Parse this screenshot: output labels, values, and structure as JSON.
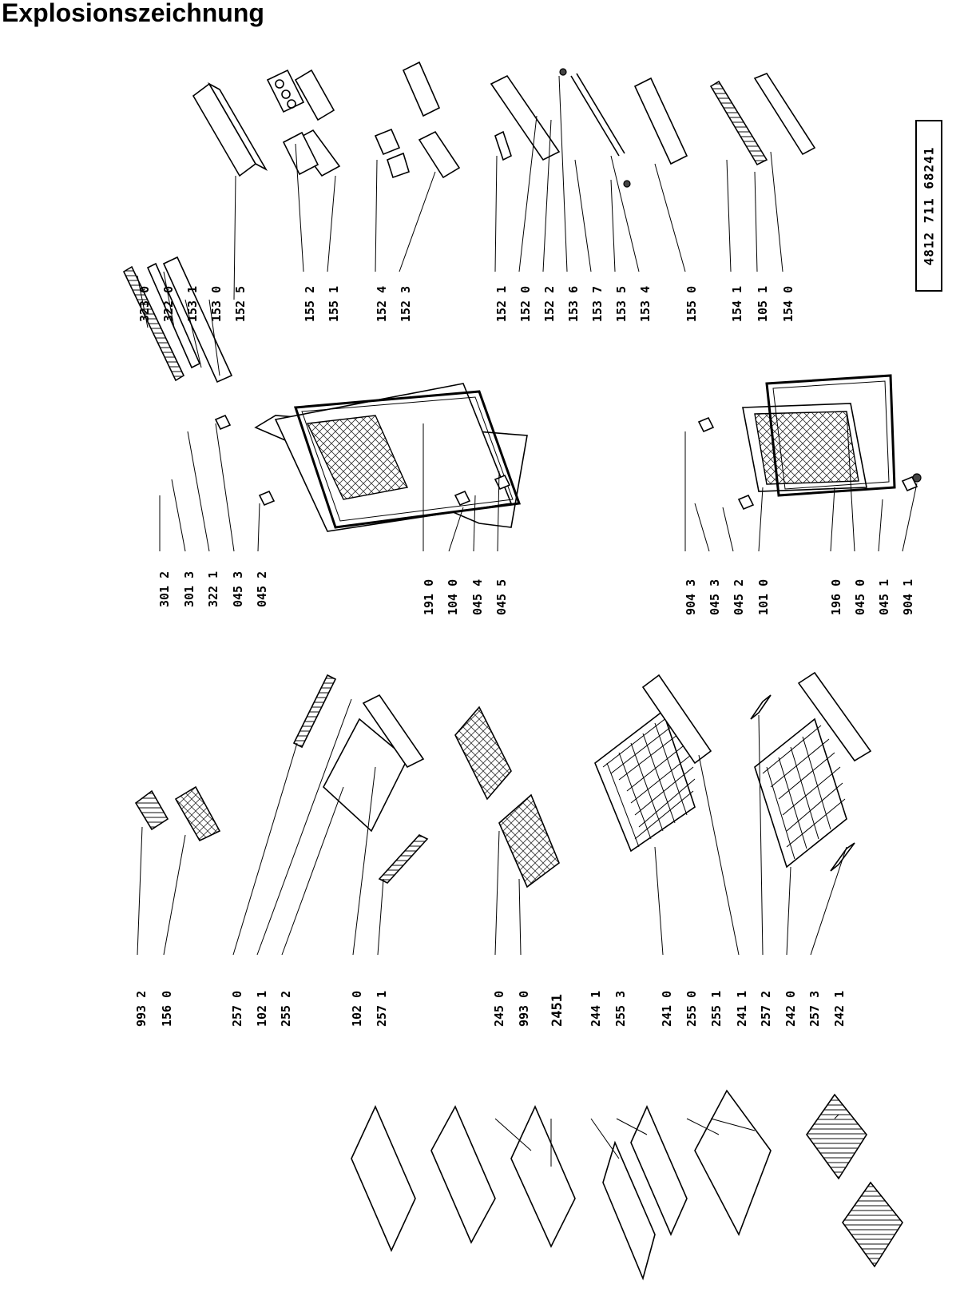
{
  "title": "Explosionszeichnung",
  "part_number": "4812 711 68241",
  "callouts": {
    "col_right": [
      "323 0",
      "322 0",
      "153 1",
      "153 0",
      "152 5",
      "155 2",
      "155 1",
      "152 4",
      "152 3",
      "152 1",
      "152 0",
      "152 2",
      "153 6",
      "153 7",
      "153 5",
      "153 4",
      "155 0",
      "154 1",
      "105 1",
      "154 0"
    ],
    "col_mid": [
      "301 2",
      "301 3",
      "322 1",
      "045 3",
      "045 2",
      "191 0",
      "104 0",
      "045 4",
      "045 5",
      "904 3",
      "045 3",
      "045 2",
      "101 0",
      "196 0",
      "045 0",
      "045 1",
      "904 1"
    ],
    "col_left_inner": [
      "993 2",
      "156 0",
      "257 0",
      "102 1",
      "255 2",
      "102 0",
      "257 1",
      "245 0",
      "993 0",
      "2451",
      "244 1",
      "255 3",
      "241 0",
      "255 0",
      "255 1",
      "241 1",
      "257 2",
      "242 0",
      "257 3",
      "242 1"
    ]
  }
}
